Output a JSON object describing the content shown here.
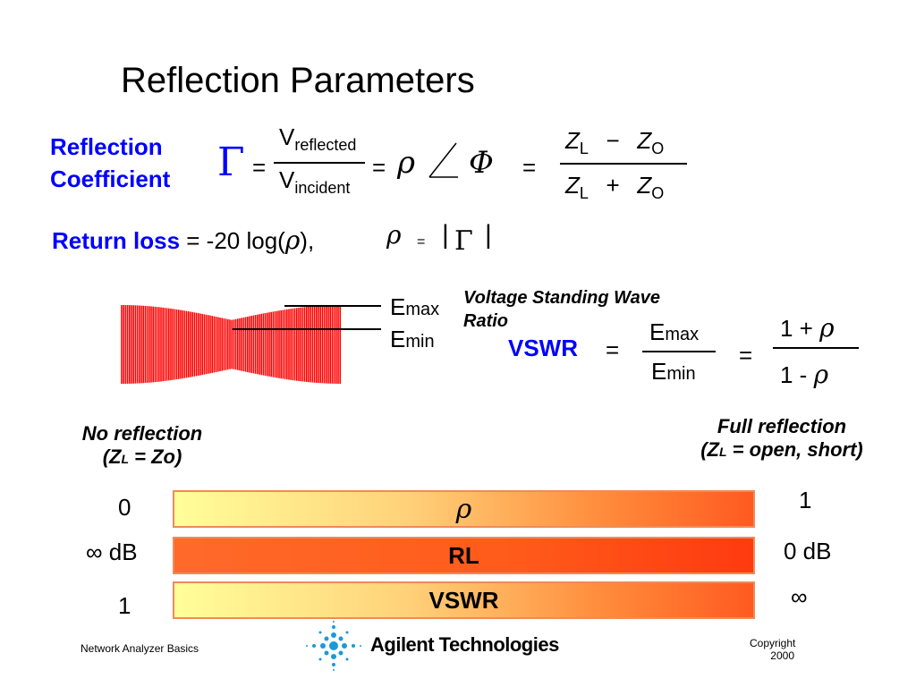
{
  "title": "Reflection Parameters",
  "reflection_coefficient": {
    "label_line1": "Reflection",
    "label_line2": "Coefficient",
    "gamma": "Γ",
    "eq": "=",
    "v": "V",
    "reflected": "reflected",
    "incident": "incident",
    "rho": "ρ",
    "phi": "Φ",
    "z": "Z",
    "l": "L",
    "o": "O",
    "minus": "−",
    "plus": "+"
  },
  "return_loss": {
    "label": "Return loss",
    "formula_part1": " = -20 log(",
    "rho": "ρ",
    "formula_part2": "),",
    "rho2": "ρ",
    "eq": "=",
    "bar_l": "|",
    "gamma": "Γ",
    "bar_r": "|"
  },
  "waveform": {
    "e": "E",
    "max": "max",
    "min": "min"
  },
  "vswr": {
    "heading_line1": "Voltage Standing Wave",
    "heading_line2": "Ratio",
    "label": "VSWR",
    "eq": "=",
    "e": "E",
    "max": "max",
    "min": "min",
    "one_plus": "1 +",
    "one_minus": "1 -",
    "rho": "ρ"
  },
  "scale": {
    "no_reflection_line1": "No reflection",
    "no_reflection_line2_a": "(Z",
    "no_reflection_line2_sub": "L",
    "no_reflection_line2_b": " = Zo)",
    "full_reflection_line1": "Full reflection",
    "full_reflection_line2_a": "(Z",
    "full_reflection_line2_sub": "L",
    "full_reflection_line2_b": " = open, short)",
    "rows": [
      {
        "left": "0",
        "bar": "ρ",
        "right": "1"
      },
      {
        "left": "∞ dB",
        "bar": "RL",
        "right": "0 dB"
      },
      {
        "left": "1",
        "bar": "VSWR",
        "right": "∞"
      }
    ]
  },
  "footer": {
    "left": "Network Analyzer Basics",
    "logo_text": "Agilent Technologies",
    "copyright_line1": "Copyright",
    "copyright_line2": "2000"
  },
  "colors": {
    "accent_blue": "#0000ff",
    "wave_red": "#ff0000",
    "logo_blue": "#1a9ad6"
  }
}
